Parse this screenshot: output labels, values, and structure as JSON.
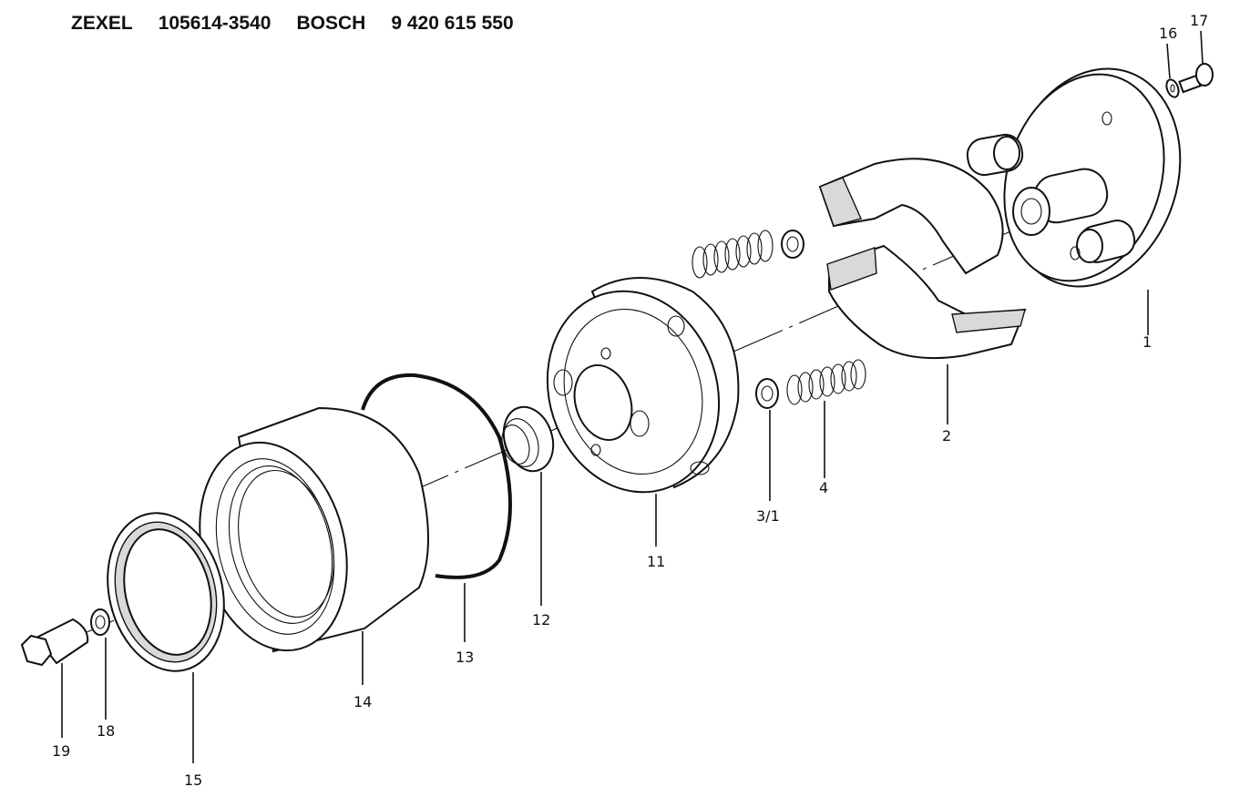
{
  "header": {
    "brand1": "ZEXEL",
    "partno1": "105614-3540",
    "brand2": "BOSCH",
    "partno2": "9 420 615 550"
  },
  "parts": {
    "p1": "1",
    "p2": "2",
    "p31": "3/1",
    "p4": "4",
    "p11": "11",
    "p12": "12",
    "p13": "13",
    "p14": "14",
    "p15": "15",
    "p16": "16",
    "p17": "17",
    "p18": "18",
    "p19": "19"
  }
}
